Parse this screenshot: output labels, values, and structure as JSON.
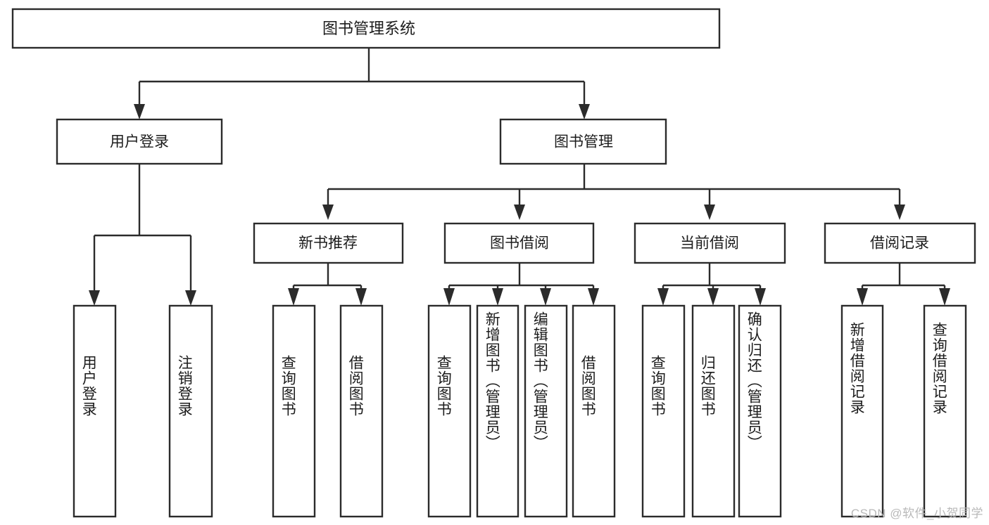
{
  "diagram": {
    "title": "图书管理系统",
    "type": "tree-hierarchy-chart",
    "root": {
      "label": "图书管理系统"
    },
    "level2": [
      {
        "label": "用户登录"
      },
      {
        "label": "图书管理"
      }
    ],
    "level3": [
      {
        "label": "新书推荐"
      },
      {
        "label": "图书借阅"
      },
      {
        "label": "当前借阅"
      },
      {
        "label": "借阅记录"
      }
    ],
    "leaves": {
      "user_login": [
        {
          "label": "用户登录"
        },
        {
          "label": "注销登录"
        }
      ],
      "new_book_recommend": [
        {
          "label": "查询图书"
        },
        {
          "label": "借阅图书"
        }
      ],
      "book_borrow": [
        {
          "label": "查询图书"
        },
        {
          "label": "新增图书（管理员）"
        },
        {
          "label": "编辑图书（管理员）"
        },
        {
          "label": "借阅图书"
        }
      ],
      "current_borrow": [
        {
          "label": "查询图书"
        },
        {
          "label": "归还图书"
        },
        {
          "label": "确认归还（管理员）"
        }
      ],
      "borrow_record": [
        {
          "label": "新增借阅记录"
        },
        {
          "label": "查询借阅记录"
        }
      ]
    }
  },
  "watermark": {
    "text": "CSDN @软件_小贺同学"
  },
  "colors": {
    "stroke": "#2b2b2b",
    "fill": "#ffffff",
    "text": "#1c1c1c",
    "watermark": "#b9b9b9"
  }
}
